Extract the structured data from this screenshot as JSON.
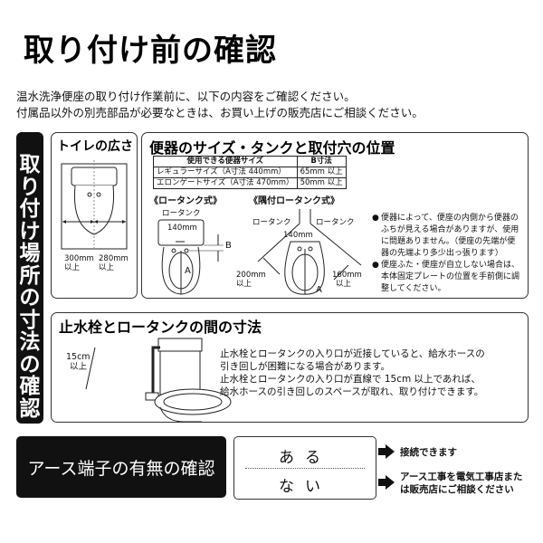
{
  "title": "取り付け前の確認",
  "intro": [
    "温水洗浄便座の取り付け作業前に、以下の内容をご確認ください。",
    "付属品以外の別売部品が必要なときは、お買い上げの販売店にご相談ください。"
  ],
  "sidebar": {
    "label": "取り付け場所の寸法の確認"
  },
  "toilet_width": {
    "heading": "トイレの広さ",
    "left_dim": "300mm",
    "right_dim": "280mm",
    "min_label": "以上"
  },
  "tank_position": {
    "heading": "便器のサイズ・タンクと取付穴の位置",
    "table": {
      "headers": [
        "使用できる便器サイズ",
        "B寸法"
      ],
      "rows": [
        [
          "レギュラーサイズ（A寸法 440mm）",
          "65mm 以上"
        ],
        [
          "エロンゲートサイズ（A寸法 470mm）",
          "50mm 以上"
        ]
      ]
    },
    "low_tank": {
      "label": "《ロータンク式》",
      "tank": "ロータンク",
      "dim": "140mm",
      "a": "A",
      "b": "B"
    },
    "corner_tank": {
      "label": "《隅付ロータンク式》",
      "tank_left": "ロータンク",
      "tank_right": "ロータンク",
      "dim": "140mm",
      "left_dim": "200mm",
      "right_dim": "160mm",
      "min_label": "以上",
      "a": "A"
    },
    "notes": [
      "便器によって、便座の内側から便器のふちが見える場合がありますが、使用に問題ありません。（便座の先端が便器の先端より多少出っ張ります）",
      "便座ふた・便座が自立しない場合は、本体固定プレートの位置を手前側に調整してください。"
    ]
  },
  "valve_distance": {
    "heading": "止水栓とロータンクの間の寸法",
    "dim": "15cm",
    "min_label": "以上",
    "text": [
      "止水栓とロータンクの入り口が近接していると、給水ホースの",
      "引き回しが困難になる場合があります。",
      "止水栓とロータンクの入り口が直線で 15cm 以上であれば、",
      "給水ホースの引き回しのスペースが取れ、取り付けできます。"
    ]
  },
  "earth": {
    "label": "アース端子の有無の確認",
    "options": [
      {
        "label": "ある",
        "result": [
          "接続できます"
        ]
      },
      {
        "label": "ない",
        "result": [
          "アース工事を電気工事店また",
          "は販売店にご相談ください"
        ]
      }
    ]
  }
}
